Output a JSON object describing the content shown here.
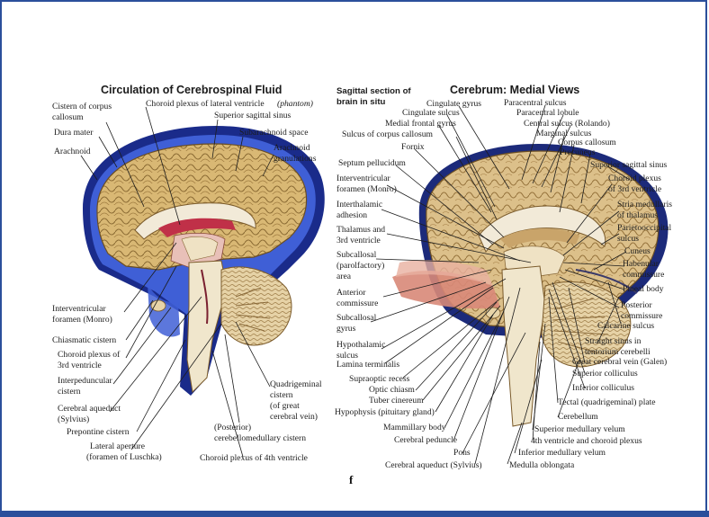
{
  "left_panel": {
    "title": "Circulation of Cerebrospinal Fluid",
    "labels": {
      "cistern_corpus_1": "Cistern of corpus",
      "cistern_corpus_2": "callosum",
      "choroid_lat_1": "Choroid plexus of lateral ventricle",
      "choroid_lat_2": "(phantom)",
      "sup_sag_sinus": "Superior sagittal sinus",
      "subarachnoid": "Subarachnoid space",
      "dura": "Dura mater",
      "arach_gran_1": "Arachnoid",
      "arach_gran_2": "granulations",
      "arachnoid": "Arachnoid",
      "ivf_1": "Interventricular",
      "ivf_2": "foramen (Monro)",
      "chiasmatic": "Chiasmatic cistern",
      "choroid3_1": "Choroid plexus of",
      "choroid3_2": "3rd ventricle",
      "interped_1": "Interpeduncular",
      "interped_2": "cistern",
      "aqueduct_1": "Cerebral aqueduct",
      "aqueduct_2": "(Sylvius)",
      "prepontine": "Prepontine cistern",
      "lateral_ap_1": "Lateral aperture",
      "lateral_ap_2": "(foramen of Luschka)",
      "quad_1": "Quadrigeminal",
      "quad_2": "cistern",
      "quad_3": "(of great",
      "quad_4": "cerebral vein)",
      "post_cm_1": "(Posterior)",
      "post_cm_2": "cerebellomedullary cistern",
      "choroid4": "Choroid plexus of 4th ventricle"
    }
  },
  "right_panel": {
    "title": "Cerebrum: Medial Views",
    "subtitle_1": "Sagittal section of",
    "subtitle_2": "brain in situ",
    "labels": {
      "cingulate_gyrus": "Cingulate gyrus",
      "cingulate_sulcus": "Cingulate sulcus",
      "paracentral_sulcus": "Paracentral sulcus",
      "paracentral_lobule": "Paracentral lobule",
      "medial_frontal": "Medial frontal gyrus",
      "central_sulcus": "Central sulcus (Rolando)",
      "sulcus_cc": "Sulcus of corpus callosum",
      "marginal_sulcus": "Marginal sulcus",
      "fornix": "Fornix",
      "corpus_callosum": "Corpus callosum",
      "precuneus": "Precuneus",
      "septum": "Septum pellucidum",
      "sup_sag_sinus": "Superior sagittal sinus",
      "ivf_1": "Interventricular",
      "ivf_2": "foramen (Monro)",
      "choroid3_1": "Choroid plexus",
      "choroid3_2": "of 3rd ventricle",
      "interthal_1": "Interthalamic",
      "interthal_2": "adhesion",
      "stria_1": "Stria medullaris",
      "stria_2": "of thalamus",
      "thalamus_1": "Thalamus and",
      "thalamus_2": "3rd ventricle",
      "parieto_1": "Parietooccipital",
      "parieto_2": "sulcus",
      "subcallosal_1": "Subcallosal",
      "subcallosal_2": "(parolfactory)",
      "subcallosal_3": "area",
      "cuneus": "Cuneus",
      "habenular_1": "Habenular",
      "habenular_2": "commissure",
      "anterior_1": "Anterior",
      "anterior_2": "commissure",
      "pineal": "Pineal body",
      "subcal_gyrus_1": "Subcallosal",
      "subcal_gyrus_2": "gyrus",
      "posterior_1": "Posterior",
      "posterior_2": "commissure",
      "calcarine": "Calcarine sulcus",
      "hypothal_1": "Hypothalamic",
      "hypothal_2": "sulcus",
      "straight_1": "Straight sinus in",
      "straight_2": "tentorium cerebelli",
      "lamina": "Lamina terminalis",
      "galen": "Great cerebral vein (Galen)",
      "supraoptic": "Supraoptic recess",
      "sup_colliculus": "Superior colliculus",
      "optic_chiasm": "Optic chiasm",
      "inf_colliculus": "Inferior colliculus",
      "tuber": "Tuber cinereum",
      "tectal": "Tectal (quadrigeminal) plate",
      "hypophysis": "Hypophysis (pituitary gland)",
      "cerebellum": "Cerebellum",
      "mammillary": "Mammillary body",
      "sup_med_velum": "Superior medullary velum",
      "cerebral_peduncle": "Cerebral peduncle",
      "fourth_ventricle": "4th ventricle and choroid plexus",
      "pons": "Pons",
      "inf_med_velum": "Inferior medullary velum",
      "aqueduct": "Cerebral aqueduct (Sylvius)",
      "medulla": "Medulla oblongata"
    }
  },
  "footer_mark": "f"
}
